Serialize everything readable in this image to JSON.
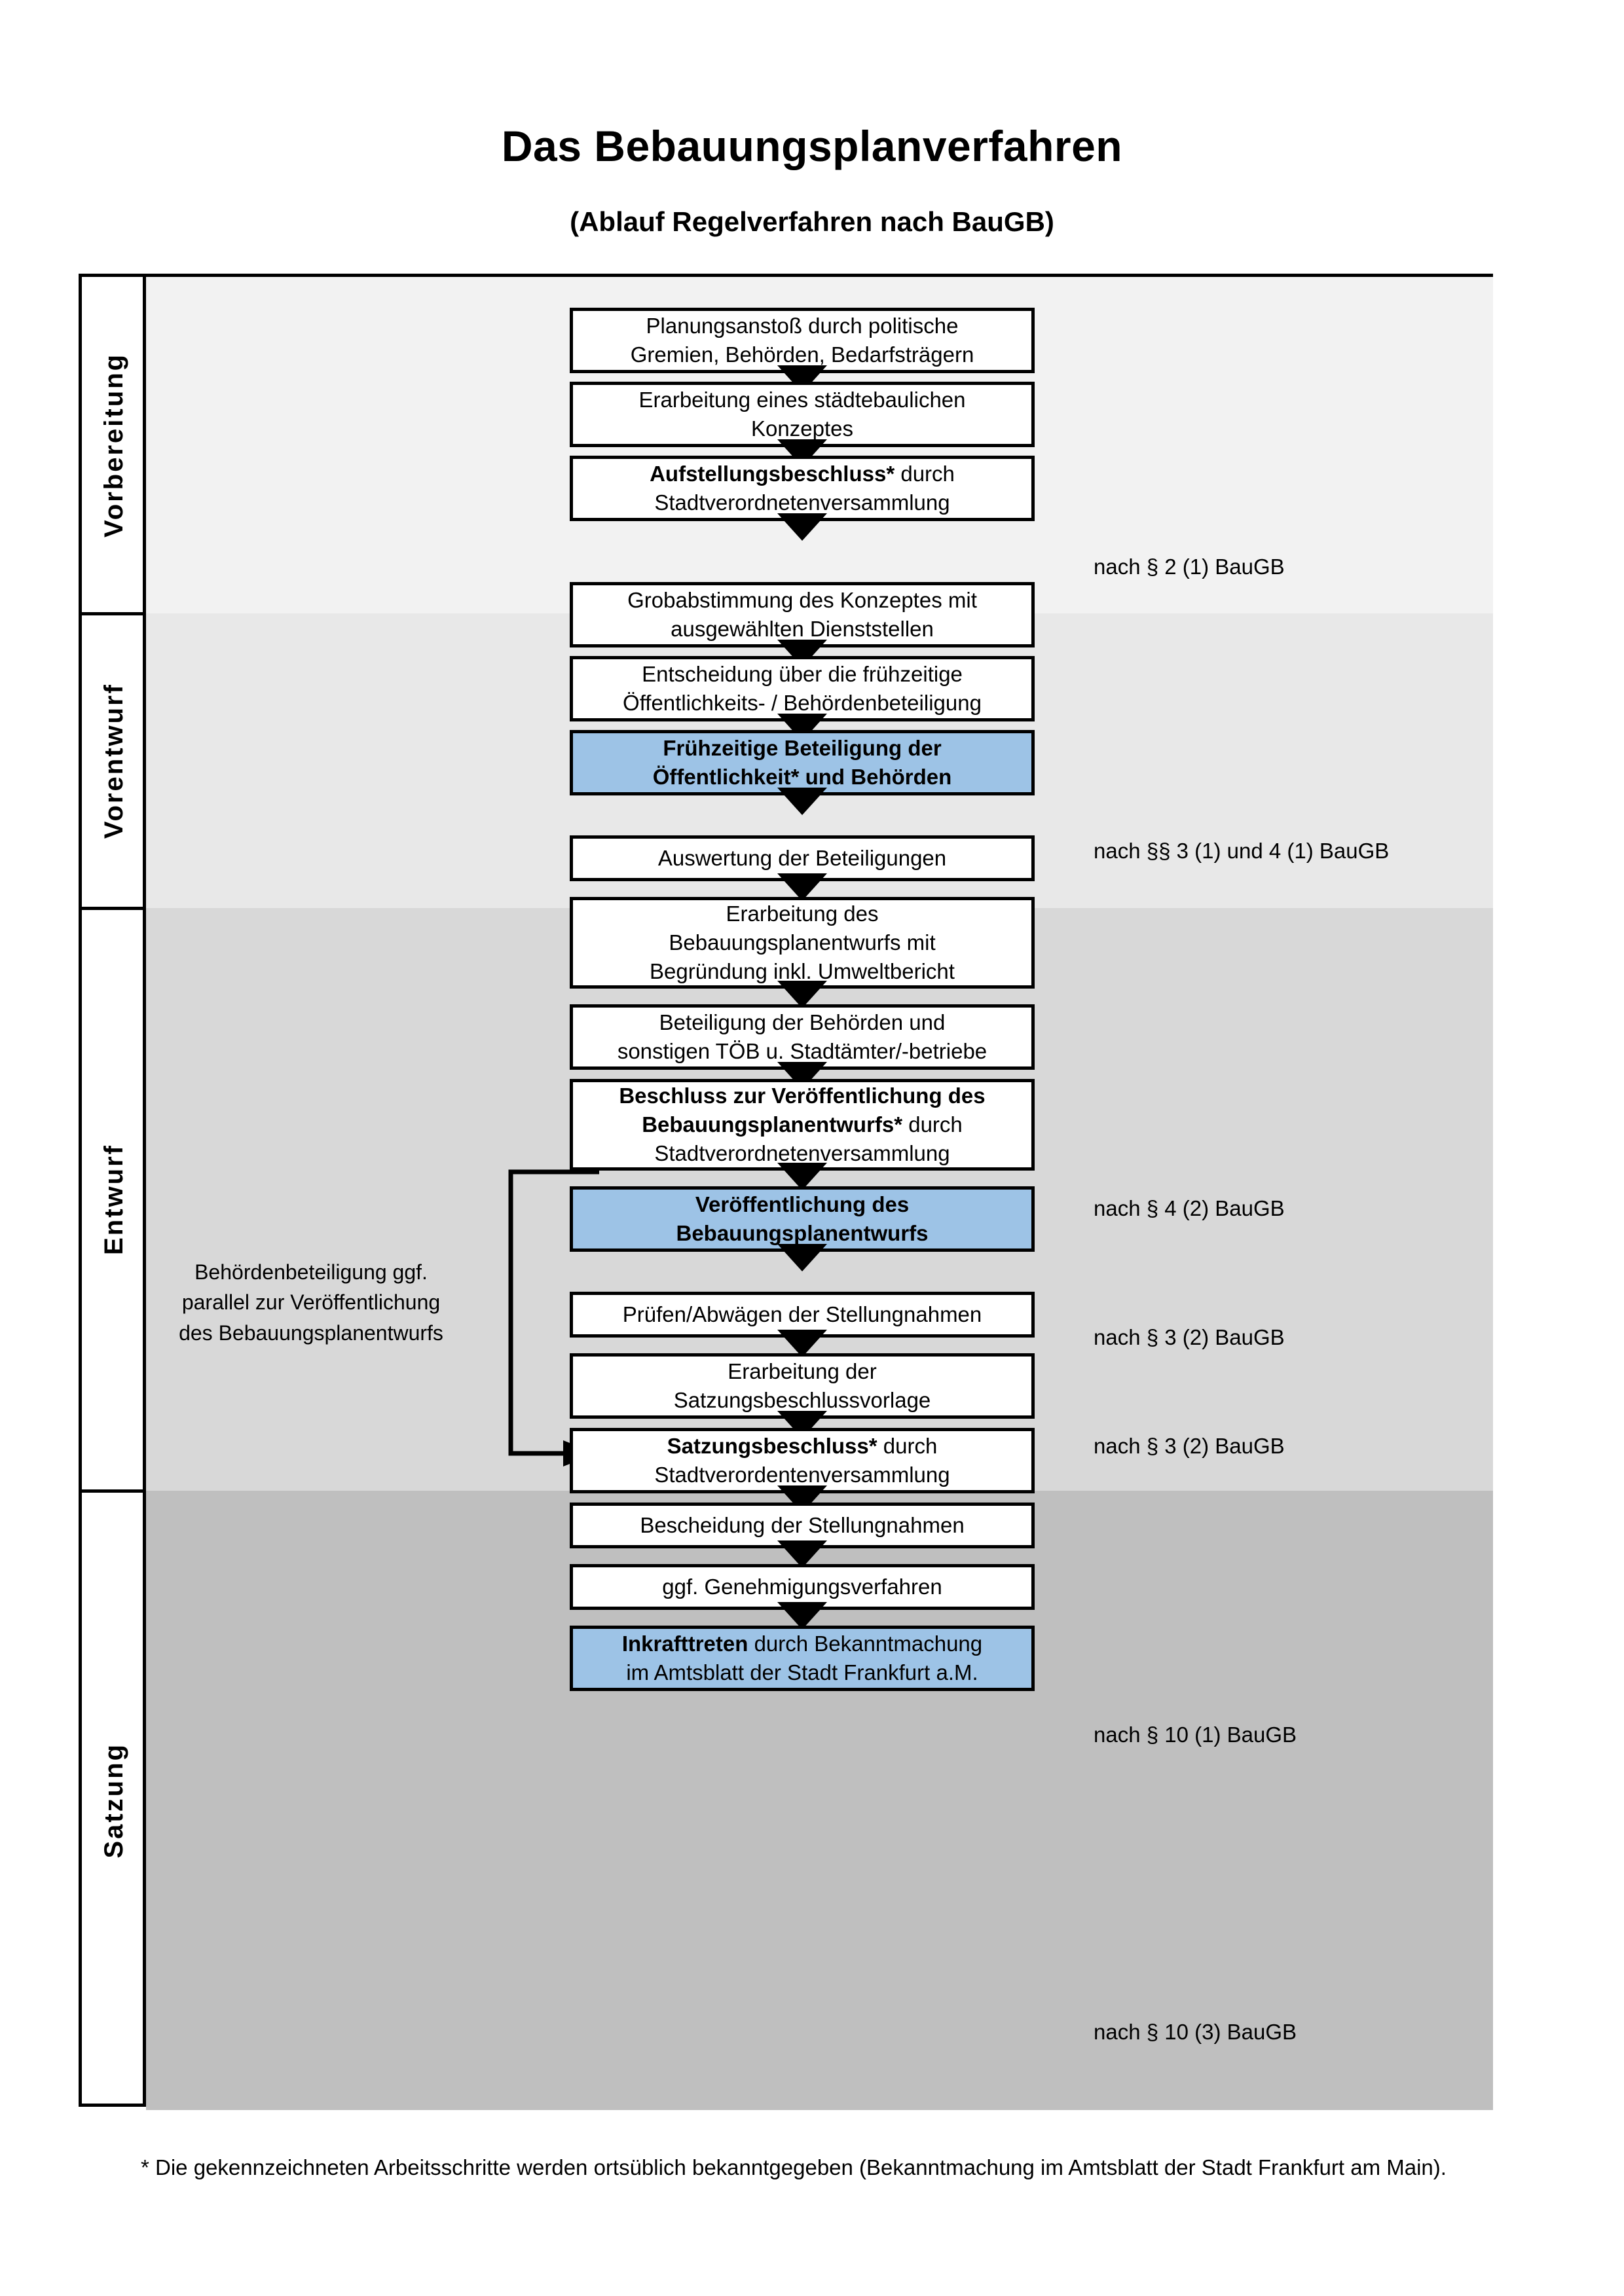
{
  "title": "Das Bebauungsplanverfahren",
  "subtitle": "(Ablauf Regelverfahren nach BauGB)",
  "phases": [
    {
      "label": "Vorbereitung",
      "band_color": "#F2F2F2"
    },
    {
      "label": "Vorentwurf",
      "band_color": "#E8E8E8"
    },
    {
      "label": "Entwurf",
      "band_color": "#D8D8D8"
    },
    {
      "label": "Satzung",
      "band_color": "#BFBFBF"
    }
  ],
  "nodes": [
    {
      "id": "planungsanstoss",
      "phase": "Vorbereitung",
      "highlight": false,
      "lines": [
        "Planungsanstoß durch politische",
        "Gremien, Behörden, Bedarfsträgern"
      ]
    },
    {
      "id": "konzept",
      "phase": "Vorbereitung",
      "highlight": false,
      "lines": [
        "Erarbeitung eines städtebaulichen",
        "Konzeptes"
      ]
    },
    {
      "id": "aufstellungsbeschluss",
      "phase": "Vorbereitung",
      "highlight": false,
      "bold_prefix": "Aufstellungsbeschluss*",
      "rest_first_line": " durch",
      "lines": [
        "Aufstellungsbeschluss* durch",
        "Stadtverordnetenversammlung"
      ]
    },
    {
      "id": "grobabstimmung",
      "phase": "Vorentwurf",
      "highlight": false,
      "lines": [
        "Grobabstimmung des Konzeptes mit",
        "ausgewählten Dienststellen"
      ]
    },
    {
      "id": "entscheidung",
      "phase": "Vorentwurf",
      "highlight": false,
      "lines": [
        "Entscheidung über die frühzeitige",
        "Öffentlichkeits- / Behördenbeteiligung"
      ]
    },
    {
      "id": "fruehzeitige-beteiligung",
      "phase": "Vorentwurf",
      "highlight": true,
      "lines": [
        "Frühzeitige Beteiligung der",
        "Öffentlichkeit* und Behörden"
      ]
    },
    {
      "id": "auswertung",
      "phase": "Entwurf",
      "highlight": false,
      "lines": [
        "Auswertung der Beteiligungen"
      ]
    },
    {
      "id": "erarbeitung-entwurf",
      "phase": "Entwurf",
      "highlight": false,
      "lines": [
        "Erarbeitung des",
        "Bebauungsplanentwurfs mit",
        "Begründung inkl. Umweltbericht"
      ]
    },
    {
      "id": "beteiligung-behoerden",
      "phase": "Entwurf",
      "highlight": false,
      "lines": [
        "Beteiligung der Behörden und",
        "sonstigen TÖB u. Stadtämter/-betriebe"
      ]
    },
    {
      "id": "beschluss-veroeffentlichung",
      "phase": "Entwurf",
      "highlight": false,
      "lines": [
        "Beschluss zur Veröffentlichung des",
        "Bebauungsplanentwurfs* durch",
        "Stadtverordnetenversammlung"
      ]
    },
    {
      "id": "veroeffentlichung",
      "phase": "Entwurf",
      "highlight": true,
      "lines": [
        "Veröffentlichung des",
        "Bebauungsplanentwurfs"
      ]
    },
    {
      "id": "pruefen-abwaegen",
      "phase": "Satzung",
      "highlight": false,
      "lines": [
        "Prüfen/Abwägen der Stellungnahmen"
      ]
    },
    {
      "id": "satzungsbeschlussvorlage",
      "phase": "Satzung",
      "highlight": false,
      "lines": [
        "Erarbeitung der",
        "Satzungsbeschlussvorlage"
      ]
    },
    {
      "id": "satzungsbeschluss",
      "phase": "Satzung",
      "highlight": false,
      "lines": [
        "Satzungsbeschluss* durch",
        "Stadtverordentenversammlung"
      ]
    },
    {
      "id": "bescheidung",
      "phase": "Satzung",
      "highlight": false,
      "lines": [
        "Bescheidung der Stellungnahmen"
      ]
    },
    {
      "id": "genehmigungsverfahren",
      "phase": "Satzung",
      "highlight": false,
      "lines": [
        "ggf. Genehmigungsverfahren"
      ]
    },
    {
      "id": "inkrafttreten",
      "phase": "Satzung",
      "highlight": true,
      "lines": [
        "Inkrafttreten durch Bekanntmachung",
        "im Amtsblatt der Stadt Frankfurt a.M."
      ]
    }
  ],
  "legal_refs": [
    {
      "id": "ref-aufstellungsbeschluss",
      "text": "nach § 2 (1) BauGB"
    },
    {
      "id": "ref-fruehzeitige",
      "text": "nach §§ 3 (1) und 4 (1) BauGB"
    },
    {
      "id": "ref-beteiligung-behoerden",
      "text": "nach § 4 (2) BauGB"
    },
    {
      "id": "ref-beschluss",
      "text": "nach § 3 (2) BauGB"
    },
    {
      "id": "ref-veroeffentlichung",
      "text": "nach § 3 (2) BauGB"
    },
    {
      "id": "ref-satzungsbeschluss",
      "text": "nach § 10 (1) BauGB"
    },
    {
      "id": "ref-inkrafttreten",
      "text": "nach § 10 (3) BauGB"
    }
  ],
  "side_note": {
    "lines": [
      "Behördenbeteiligung",
      "ggf. parallel zur",
      "Veröffentlichung des",
      "Bebauungsplanentwurfs"
    ]
  },
  "footnote": "* Die gekennzeichneten Arbeitsschritte werden ortsüblich bekanntgegeben (Bekanntmachung im Amtsblatt  der Stadt Frankfurt am Main).",
  "colors": {
    "highlight_blue": "#9DC3E6",
    "box_border": "#000000",
    "band_vorbereitung": "#F2F2F2",
    "band_vorentwurf": "#E8E8E8",
    "band_entwurf": "#D8D8D8",
    "band_satzung": "#BFBFBF"
  }
}
